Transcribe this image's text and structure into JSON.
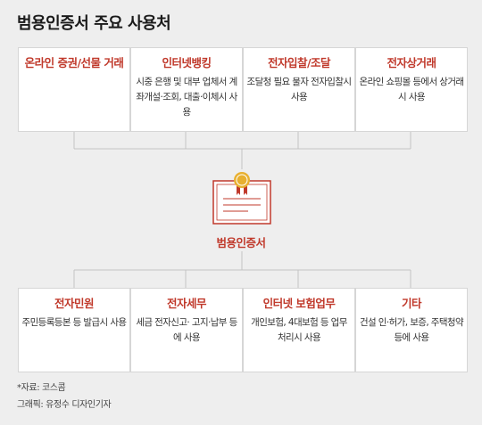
{
  "title": "범용인증서 주요 사용처",
  "top_boxes": [
    {
      "title": "온라인 증권/선물 거래",
      "desc": ""
    },
    {
      "title": "인터넷뱅킹",
      "desc": "시중 은행 및 대부 업체서 계좌개설·조회, 대출·이체시 사용"
    },
    {
      "title": "전자입찰/조달",
      "desc": "조달청 필요 물자 전자입찰시 사용"
    },
    {
      "title": "전자상거래",
      "desc": "온라인 쇼핑몰 등에서 상거래시 사용"
    }
  ],
  "center": {
    "label": "범용인증서",
    "icon": "certificate-icon"
  },
  "bottom_boxes": [
    {
      "title": "전자민원",
      "desc": "주민등록등본 등 발급시 사용"
    },
    {
      "title": "전자세무",
      "desc": "세금 전자신고· 고지·납부 등에 사용"
    },
    {
      "title": "인터넷 보험업무",
      "desc": "개인보험, 4대보험 등 업무 처리시 사용"
    },
    {
      "title": "기타",
      "desc": "건설 인·허가, 보증, 주택청약 등에 사용"
    }
  ],
  "source": "*자료: 코스콤",
  "credit": "그래픽: 유정수 디자인기자",
  "colors": {
    "accent": "#c0392b",
    "icon_gold": "#e8b030",
    "background": "#eeeeee"
  }
}
